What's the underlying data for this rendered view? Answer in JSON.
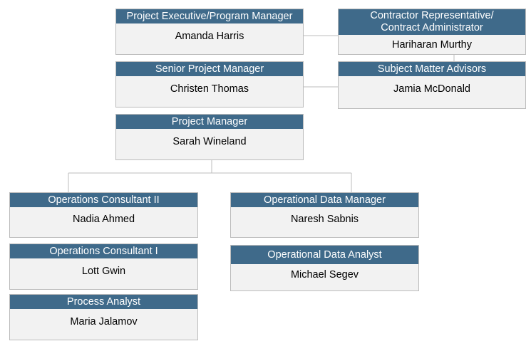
{
  "org_chart": {
    "executive": {
      "title": "Project Executive/Program Manager",
      "name": "Amanda Harris"
    },
    "contractor": {
      "title": "Contractor Representative/\nContract Administrator",
      "name": "Hariharan Murthy"
    },
    "senior_pm": {
      "title": "Senior Project Manager",
      "name": "Christen Thomas"
    },
    "sme": {
      "title": "Subject Matter Advisors",
      "name": "Jamia McDonald"
    },
    "pm": {
      "title": "Project Manager",
      "name": "Sarah Wineland"
    },
    "ops_consultant_2": {
      "title": "Operations Consultant II",
      "name": "Nadia Ahmed"
    },
    "ops_consultant_1": {
      "title": "Operations Consultant I",
      "name": "Lott Gwin"
    },
    "process_analyst": {
      "title": "Process Analyst",
      "name": "Maria Jalamov"
    },
    "data_manager": {
      "title": "Operational Data Manager",
      "name": "Naresh Sabnis"
    },
    "data_analyst": {
      "title": "Operational Data Analyst",
      "name": "Michael Segev"
    }
  },
  "colors": {
    "header_bg": "#3f6a8a",
    "header_text": "#ffffff",
    "box_bg": "#f2f2f2",
    "box_border": "#bcbcbc",
    "connector": "#bcbcbc"
  }
}
